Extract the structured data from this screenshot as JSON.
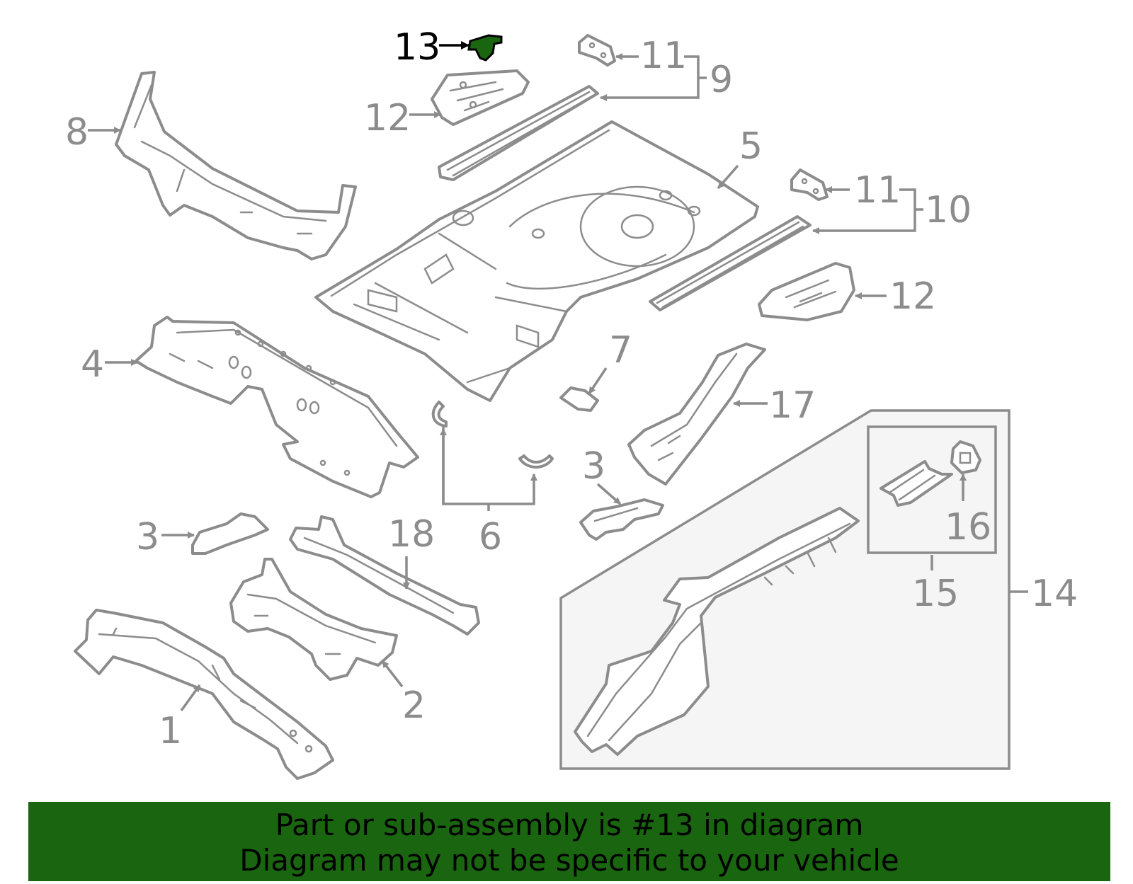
{
  "banner": {
    "line1": "Part or sub-assembly is #13 in diagram",
    "line2": "Diagram may not be specific to your vehicle"
  },
  "labels": {
    "c13": "13",
    "c11a": "11",
    "c9": "9",
    "c12a": "12",
    "c8": "8",
    "c5": "5",
    "c11b": "11",
    "c10": "10",
    "c12b": "12",
    "c7": "7",
    "c4": "4",
    "c17": "17",
    "c3a": "3",
    "c6": "6",
    "c3b": "3",
    "c18": "18",
    "c2": "2",
    "c1": "1",
    "c16": "16",
    "c15": "15",
    "c14": "14"
  },
  "colors": {
    "highlight": "#1a6510",
    "line": "#8c8c8c",
    "panel": "#f5f5f5"
  },
  "highlighted_part": "13"
}
